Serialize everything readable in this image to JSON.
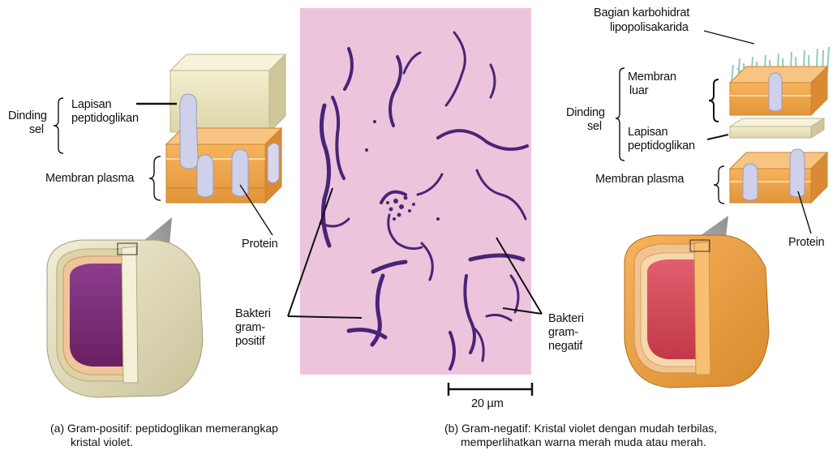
{
  "gram_positive": {
    "label_dinding": "Dinding",
    "label_sel": "sel",
    "label_lapisan": "Lapisan",
    "label_peptidoglikan": "peptidoglikan",
    "label_membran_plasma": "Membran plasma",
    "label_protein": "Protein",
    "caption_line1": "(a)  Gram-positif: peptidoglikan memerangkap",
    "caption_line2": "kristal violet."
  },
  "gram_negative": {
    "label_carb_line1": "Bagian karbohidrat",
    "label_carb_line2": "lipopolisakarida",
    "label_membran": "Membran",
    "label_luar": "luar",
    "label_dinding": "Dinding",
    "label_sel": "sel",
    "label_lapisan": "Lapisan",
    "label_peptidoglikan": "peptidoglikan",
    "label_membran_plasma": "Membran plasma",
    "label_protein": "Protein",
    "caption_line1": "(b) Gram-negatif: Kristal violet dengan mudah terbilas,",
    "caption_line2": "memperlihatkan warna merah muda atau merah."
  },
  "micrograph": {
    "label_pos_line1": "Bakteri",
    "label_pos_line2": "gram-",
    "label_pos_line3": "positif",
    "label_neg_line1": "Bakteri",
    "label_neg_line2": "gram-",
    "label_neg_line3": "negatif",
    "scale_bar": "20 µm"
  },
  "colors": {
    "wall_cream": "#ece7c2",
    "membrane_orange": "#f0a64a",
    "protein_lavender": "#cfd0ea",
    "micro_background": "#ecc5dc",
    "bacteria_purple": "#4a2478",
    "arrow_gray": "#a8a8a8"
  }
}
